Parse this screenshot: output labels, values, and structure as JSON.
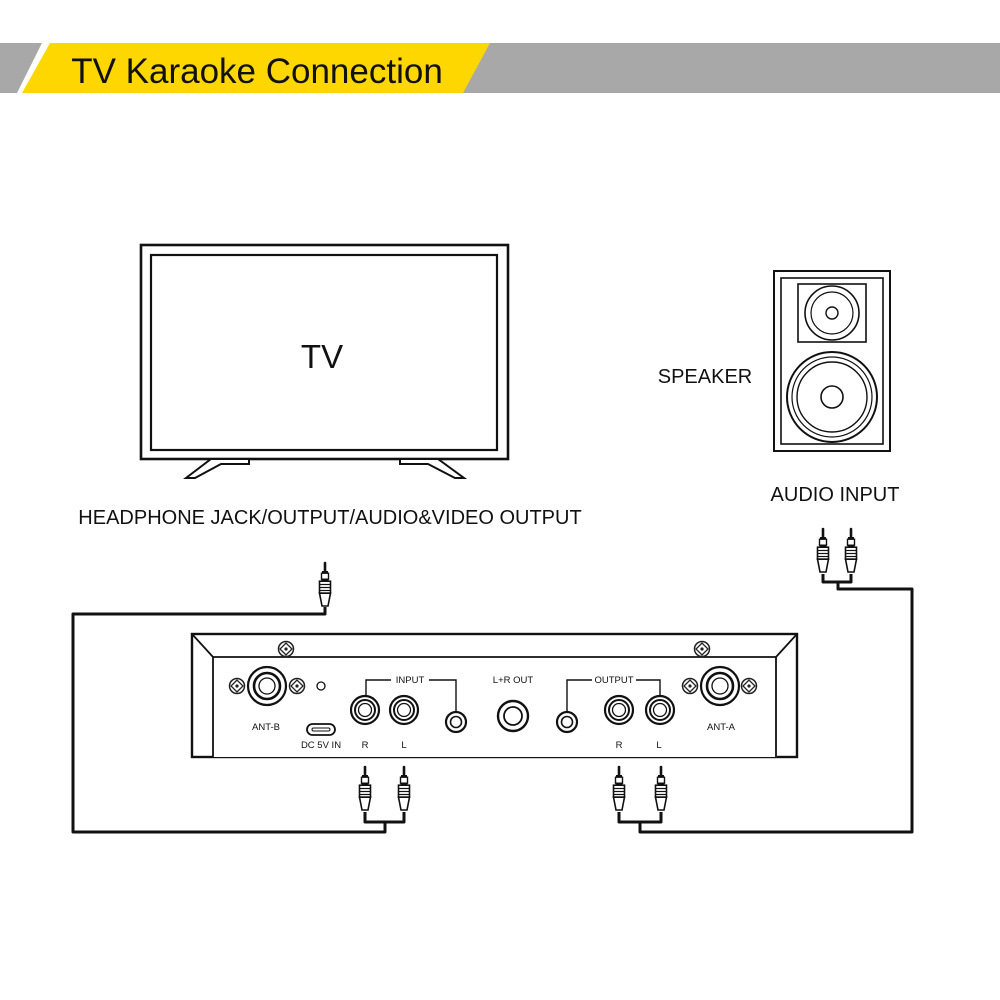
{
  "banner": {
    "title": "TV Karaoke Connection",
    "accent_color": "#ffd700",
    "bar_color": "#a8a8a8"
  },
  "tv": {
    "label": "TV",
    "output_label": "HEADPHONE JACK/OUTPUT/AUDIO&VIDEO OUTPUT"
  },
  "speaker": {
    "label": "SPEAKER",
    "input_label": "AUDIO INPUT"
  },
  "receiver": {
    "ant_b": "ANT-B",
    "ant_a": "ANT-A",
    "dc_in": "DC 5V IN",
    "input": "INPUT",
    "output": "OUTPUT",
    "lr_out": "L+R OUT",
    "input_r": "R",
    "input_l": "L",
    "output_r": "R",
    "output_l": "L"
  },
  "icons": [
    "tv-icon",
    "speaker-icon",
    "receiver-icon",
    "audio-plug-icon",
    "cable-icon",
    "screw-icon",
    "antenna-connector-icon",
    "usb-c-port-icon",
    "rca-jack-icon",
    "jack-socket-icon"
  ]
}
